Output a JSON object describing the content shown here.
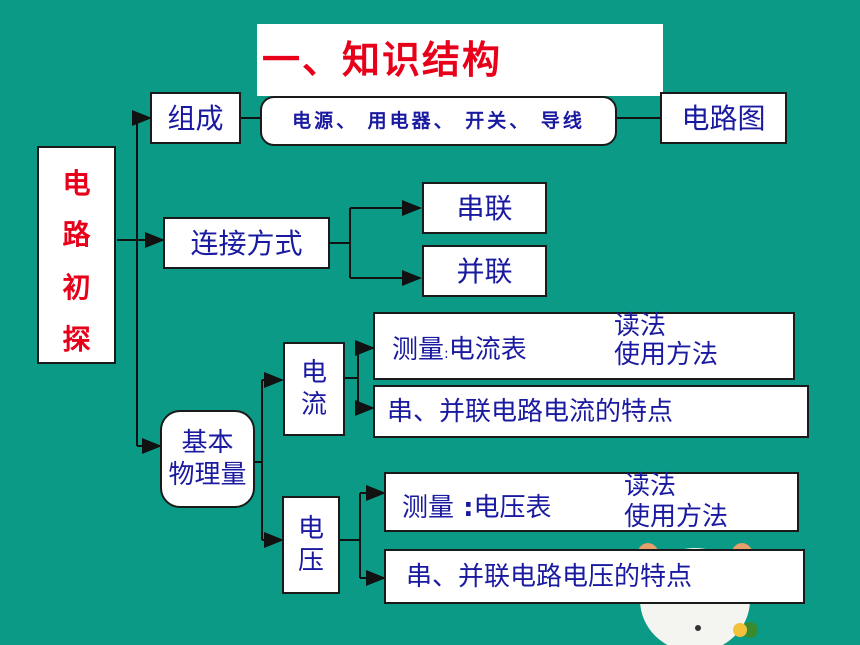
{
  "title": "一、知识结构",
  "root": {
    "chars": [
      "电",
      "路",
      "初",
      "探"
    ]
  },
  "composition": {
    "label": "组成",
    "components": "电源、 用电器、 开关、 导线",
    "result": "电路图"
  },
  "connection": {
    "label": "连接方式",
    "series": "串联",
    "parallel": "并联"
  },
  "quantities": {
    "label_line1": "基本",
    "label_line2": "物理量",
    "current": {
      "chars": [
        "电",
        "流"
      ],
      "measure_label": "测量",
      "measure_sep": ":",
      "measure_instrument": "电流表",
      "read": "读法",
      "use": "使用方法",
      "property": "串、并联电路电流的特点"
    },
    "voltage": {
      "chars": [
        "电",
        "压"
      ],
      "measure_label": "测量",
      "measure_sep": " :",
      "measure_instrument": "电压表",
      "read": "读法",
      "use": "使用方法",
      "property": "串、并联电路电压的特点"
    }
  },
  "colors": {
    "background": "#0a9a86",
    "title": "#e8001a",
    "text": "#1a1aa0",
    "root_text": "#e8001a"
  }
}
